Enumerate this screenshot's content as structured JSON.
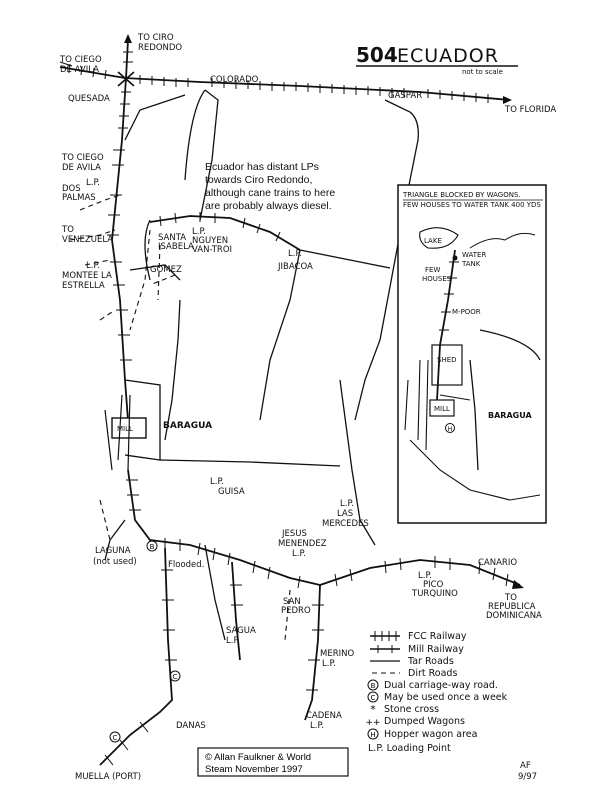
{
  "header": {
    "number": "504",
    "name": "ECUADOR",
    "scale_note": "not to scale"
  },
  "note": [
    "Ecuador has distant LPs",
    "towards Ciro Redondo,",
    "although cane trains to here",
    "are probably always diesel."
  ],
  "places": {
    "to_ciro_redondo_1": "TO CIRO",
    "to_ciro_redondo_2": "REDONDO",
    "to_ciego_1": "TO CIEGO",
    "to_ciego_2": "DE AVILA",
    "quesada": "QUESADA",
    "colorado": "COLORADO",
    "gaspar": "GASPAR",
    "to_florida": "TO FLORIDA",
    "to_ciego_b1": "TO CIEGO",
    "to_ciego_b2": "DE AVILA",
    "dos_palmas_lp": "L.P.",
    "dos_palmas_1": "DOS",
    "dos_palmas_2": "PALMAS",
    "to_venezuela_1": "TO",
    "to_venezuela_2": "VENEZUELA",
    "montee_lp": "L.P.",
    "montee_1": "MONTEE LA",
    "montee_2": "ESTRELLA",
    "santa_1": "SANTA",
    "santa_2": "ISABELA",
    "nguyen_lp": "L.P.",
    "nguyen_1": "NGUYEN",
    "nguyen_2": "VAN-TROI",
    "gomez": "GOMEZ",
    "jibacoa_lp": "L.P.",
    "jibacoa": "JIBACOA",
    "baragua": "BARAGUA",
    "mill": "MILL",
    "guisa_lp": "L.P.",
    "guisa": "GUISA",
    "mercedes_lp": "L.P.",
    "mercedes_1": "LAS",
    "mercedes_2": "MERCEDES",
    "laguna": "LAGUNA",
    "laguna_note": "(not used)",
    "flooded": "Flooded.",
    "jesus_1": "JESUS",
    "jesus_2": "MENENDEZ",
    "jesus_lp": "L.P.",
    "canario": "CANARIO",
    "pico_lp": "L.P.",
    "pico_1": "PICO",
    "pico_2": "TURQUINO",
    "to_rd_1": "TO",
    "to_rd_2": "REPUBLICA",
    "to_rd_3": "DOMINICANA",
    "san_pedro_1": "SAN",
    "san_pedro_2": "PEDRO",
    "sagua": "SAGUA",
    "sagua_lp": "L.P.",
    "merino": "MERINO",
    "merino_lp": "L.P.",
    "cadena": "CADENA",
    "cadena_lp": "L.P.",
    "danas": "DANAS",
    "muella": "MUELLA (PORT)"
  },
  "inset": {
    "heading_1": "TRIANGLE BLOCKED BY WAGONS.",
    "heading_2": "FEW HOUSES TO WATER TANK 400 YDS",
    "lake": "LAKE",
    "water_tank_1": "WATER",
    "water_tank_2": "TANK",
    "few_houses_1": "FEW",
    "few_houses_2": "HOUSES",
    "m_poor": "M-POOR",
    "shed": "SHED",
    "mill": "MILL",
    "baragua": "BARAGUA"
  },
  "legend": [
    {
      "symbol": "fcc-railway",
      "label": "FCC Railway"
    },
    {
      "symbol": "mill-railway",
      "label": "Mill Railway"
    },
    {
      "symbol": "tar-road",
      "label": "Tar Roads"
    },
    {
      "symbol": "dirt-road",
      "label": "Dirt Roads"
    },
    {
      "symbol": "B-circle",
      "label": "Dual carriage-way road."
    },
    {
      "symbol": "C-circle",
      "label": "May be used once a week"
    },
    {
      "symbol": "asterisk",
      "label": "Stone cross"
    },
    {
      "symbol": "double-plus",
      "label": "Dumped Wagons"
    },
    {
      "symbol": "H-circle",
      "label": "Hopper wagon area"
    },
    {
      "symbol": "LP",
      "label": "L.P. Loading Point"
    }
  ],
  "credit": [
    "© Allan Faulkner & World",
    "Steam November 1997"
  ],
  "signature": [
    "AF",
    "9/97"
  ]
}
